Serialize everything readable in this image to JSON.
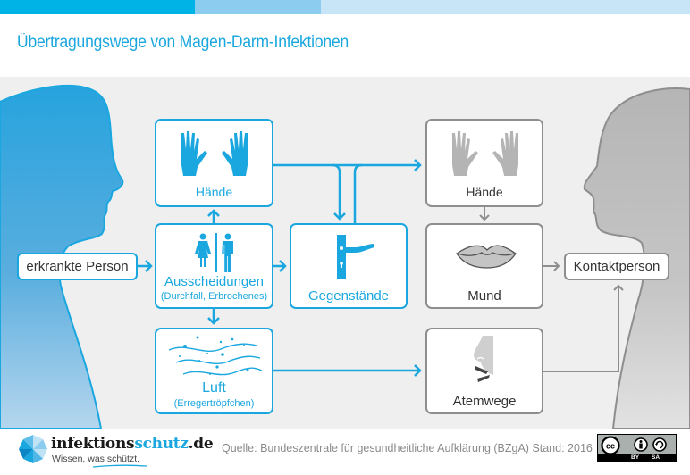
{
  "header": {
    "title": "Übertragungswege von Magen-Darm-Infektionen",
    "bar_colors": [
      "#00b3e6",
      "#8ccdef",
      "#c8e5f7"
    ]
  },
  "colors": {
    "accent_blue": "#1aa7df",
    "neutral_gray": "#8e8e8e",
    "band_background": "#efefef"
  },
  "diagram": {
    "source_person": {
      "label": "erkrankte Person",
      "icon": "head-silhouette-blue-icon"
    },
    "target_person": {
      "label": "Kontaktperson",
      "icon": "head-silhouette-gray-icon"
    },
    "source_nodes": [
      {
        "id": "haende",
        "label": "Hände",
        "icon": "hands-icon"
      },
      {
        "id": "ausscheidungen",
        "label": "Ausscheidungen",
        "sublabel": "(Durchfall, Erbrochenes)",
        "icon": "toilet-woman-man-icon"
      },
      {
        "id": "luft",
        "label": "Luft",
        "sublabel": "(Erregertröpfchen)",
        "icon": "air-droplets-icon"
      }
    ],
    "intermediate_node": {
      "id": "gegenstaende",
      "label": "Gegenstände",
      "icon": "door-handle-icon"
    },
    "entry_nodes": [
      {
        "id": "haende2",
        "label": "Hände",
        "icon": "hands-icon"
      },
      {
        "id": "mund",
        "label": "Mund",
        "icon": "lips-icon"
      },
      {
        "id": "atemwege",
        "label": "Atemwege",
        "icon": "nose-icon"
      }
    ],
    "edges": [
      [
        "erkrankte Person",
        "Ausscheidungen"
      ],
      [
        "Ausscheidungen",
        "Hände"
      ],
      [
        "Ausscheidungen",
        "Luft"
      ],
      [
        "Ausscheidungen",
        "Gegenstände"
      ],
      [
        "Hände",
        "Gegenstände"
      ],
      [
        "Hände",
        "Hände (Kontaktperson)"
      ],
      [
        "Gegenstände",
        "Hände (Kontaktperson)"
      ],
      [
        "Hände (Kontaktperson)",
        "Mund"
      ],
      [
        "Mund",
        "Kontaktperson"
      ],
      [
        "Luft",
        "Atemwege"
      ],
      [
        "Atemwege",
        "Kontaktperson"
      ]
    ]
  },
  "footer": {
    "logo": {
      "name_part1": "infektions",
      "name_part2": "schutz",
      "name_part3": ".de",
      "tagline": "Wissen, was schützt."
    },
    "source": "Quelle: Bundeszentrale für gesundheitliche Aufklärung (BZgA) Stand: 2016",
    "license": {
      "badge": "cc",
      "by": "BY",
      "sa": "SA"
    }
  }
}
